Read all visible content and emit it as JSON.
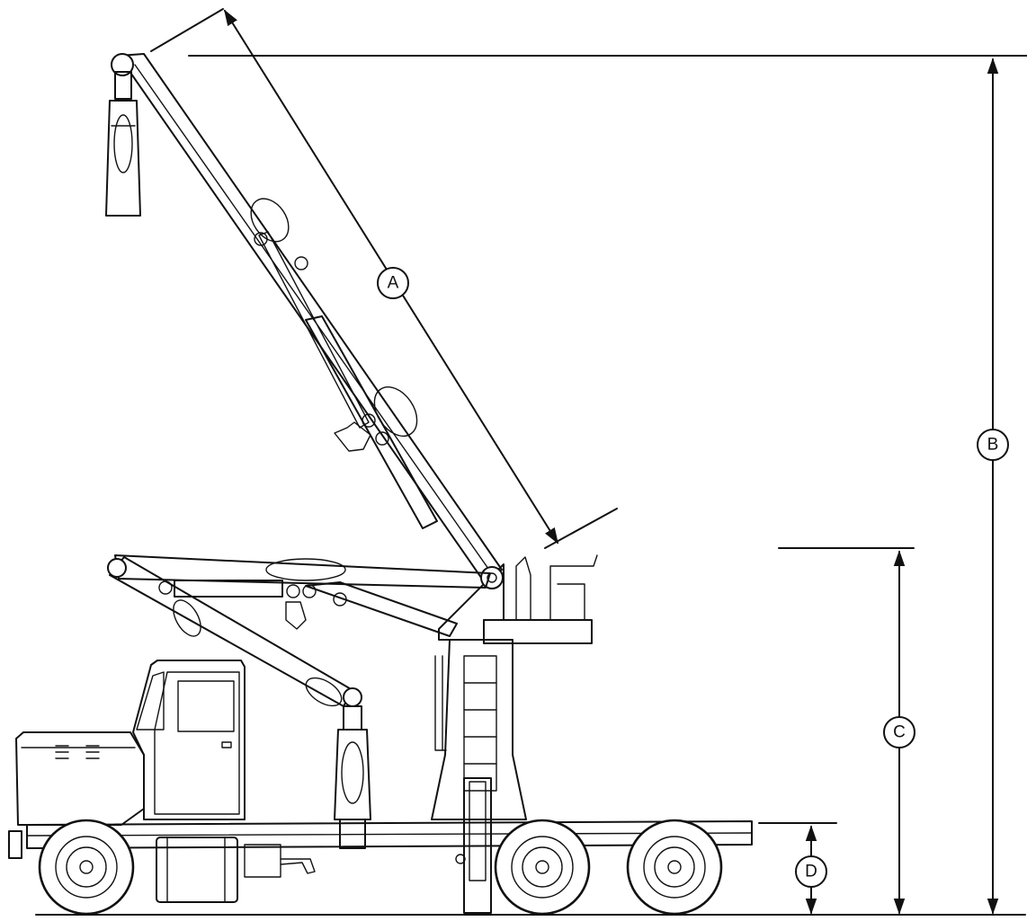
{
  "dimension_labels": {
    "a": "A",
    "b": "B",
    "c": "C",
    "d": "D"
  },
  "icons": [
    "arrowhead-icon"
  ]
}
